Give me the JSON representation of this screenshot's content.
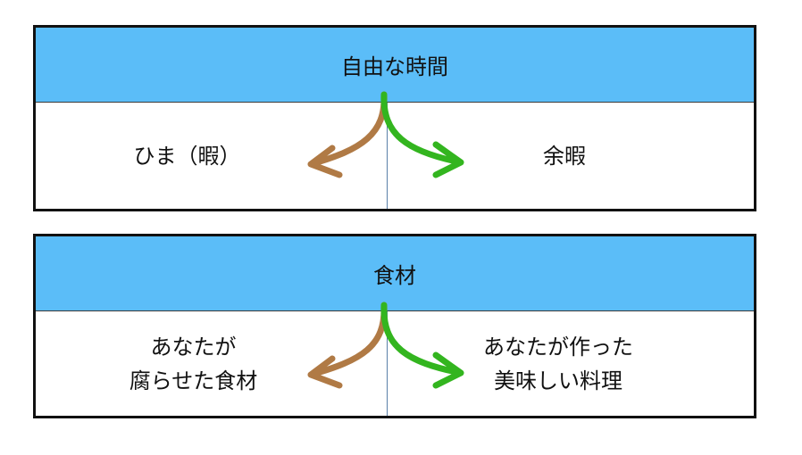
{
  "panels": [
    {
      "header": "自由な時間",
      "left_lines": [
        "ひま（暇）"
      ],
      "right_lines": [
        "余暇"
      ]
    },
    {
      "header": "食材",
      "left_lines": [
        "あなたが",
        "腐らせた食材"
      ],
      "right_lines": [
        "あなたが作った",
        "美味しい料理"
      ]
    }
  ],
  "colors": {
    "header_bg": "#5bbdf8",
    "left_arrow": "#b07a45",
    "right_arrow": "#33b51f"
  }
}
